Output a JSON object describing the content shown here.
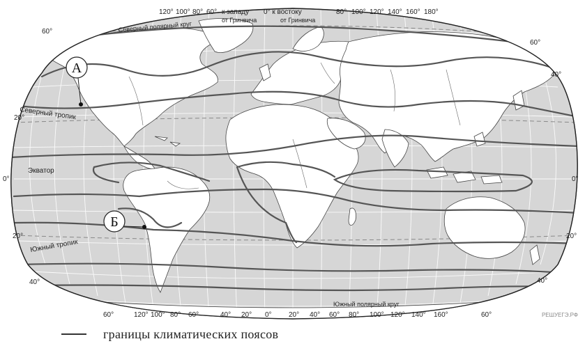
{
  "map": {
    "graticule_degree_labels": {
      "top_longitudes_west": [
        "120°",
        "100°",
        "80°",
        "60°"
      ],
      "top_longitudes_east": [
        "80°",
        "100°",
        "120°",
        "140°",
        "160°",
        "180°"
      ],
      "west_of_greenwich": "к западу",
      "east_of_greenwich": "0° к востоку",
      "from_greenwich_w": "от Гринвича",
      "from_greenwich_e": "от Гринвича",
      "bottom_longitudes": [
        "60°",
        "120°",
        "100°",
        "80°",
        "60°",
        "40°",
        "20°",
        "0°",
        "20°",
        "40°",
        "60°",
        "80°",
        "100°",
        "120°",
        "140°",
        "160°",
        "60°"
      ],
      "lat_left": [
        "60°",
        "20°",
        "0°",
        "20°",
        "40°"
      ],
      "lat_right": [
        "60°",
        "40°",
        "0°",
        "20°",
        "40°"
      ]
    },
    "lines": {
      "arctic_circle": "Северный полярный круг",
      "tropic_north": "Северный тропик",
      "equator": "Экватор",
      "tropic_south": "Южный тропик",
      "antarctic_circle": "Южный полярный круг"
    },
    "points": [
      {
        "id": "A",
        "label": "А"
      },
      {
        "id": "B",
        "label": "Б"
      }
    ],
    "colors": {
      "ocean": "#d6d6d6",
      "land": "#ffffff",
      "belt_border": "#555555",
      "graticule": "#ffffff"
    }
  },
  "legend": {
    "text": "границы климатических поясов"
  },
  "watermark": "РЕШУЕГЭ.РФ"
}
